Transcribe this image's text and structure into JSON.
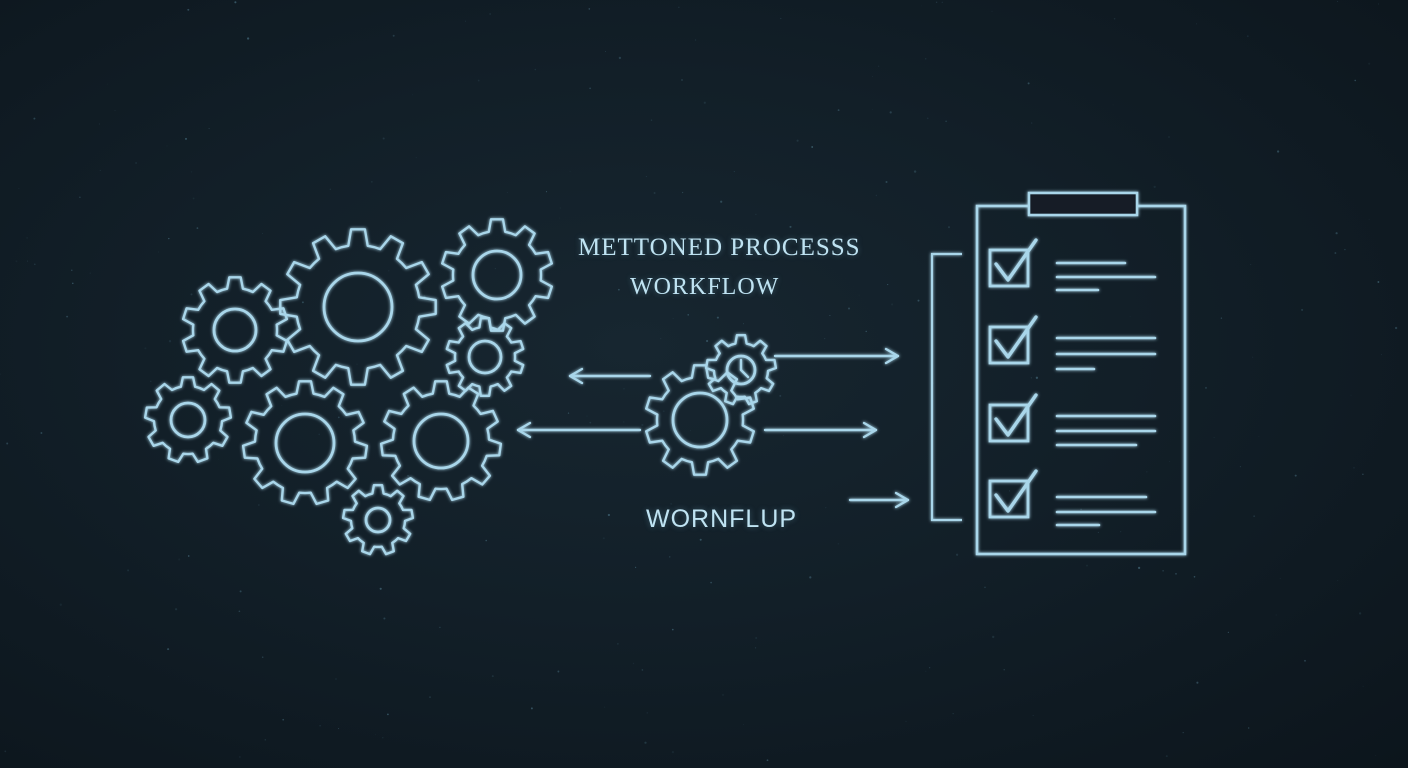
{
  "labels": {
    "title": "METTONED PROCESSS",
    "subtitle": "WORKFLOW",
    "bottom": "WORNFLUP"
  },
  "gears": [
    {
      "teeth": 12
    },
    {
      "teeth": 10
    },
    {
      "teeth": 10
    },
    {
      "teeth": 10
    },
    {
      "teeth": 9
    },
    {
      "teeth": 11
    },
    {
      "teeth": 11
    },
    {
      "teeth": 9
    },
    {
      "teeth": 10
    },
    {
      "teeth": 9
    }
  ],
  "checklist": {
    "items": [
      {
        "checked": true
      },
      {
        "checked": true
      },
      {
        "checked": true
      },
      {
        "checked": true
      }
    ]
  },
  "icons": [
    "gear-icon",
    "clock-icon",
    "checkbox-checked-icon",
    "clipboard-icon",
    "arrow-left-icon",
    "arrow-right-icon"
  ],
  "colors": {
    "background": "#121f28",
    "stroke": "#a9d6ea",
    "text": "#bfe3f2"
  }
}
